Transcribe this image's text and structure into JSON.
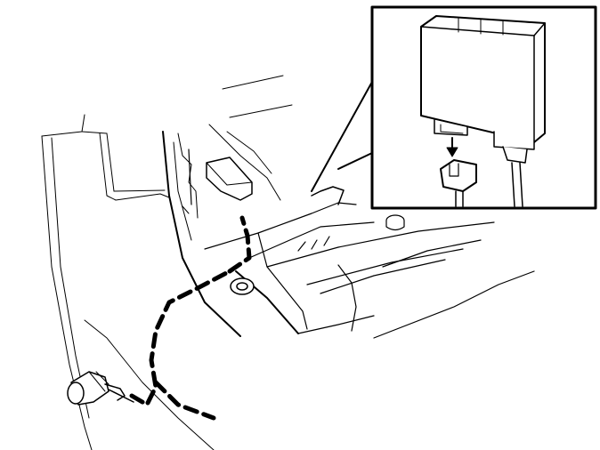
{
  "diagram": {
    "description_visible_text": [],
    "colors": {
      "background": "#ffffff",
      "line": "#000000",
      "light_line": "#222222",
      "fill_white": "#ffffff"
    },
    "icons": [
      "control-module",
      "connector-plug",
      "wiring-harness-route",
      "sensor-connector",
      "grommet",
      "arrow-down"
    ]
  }
}
